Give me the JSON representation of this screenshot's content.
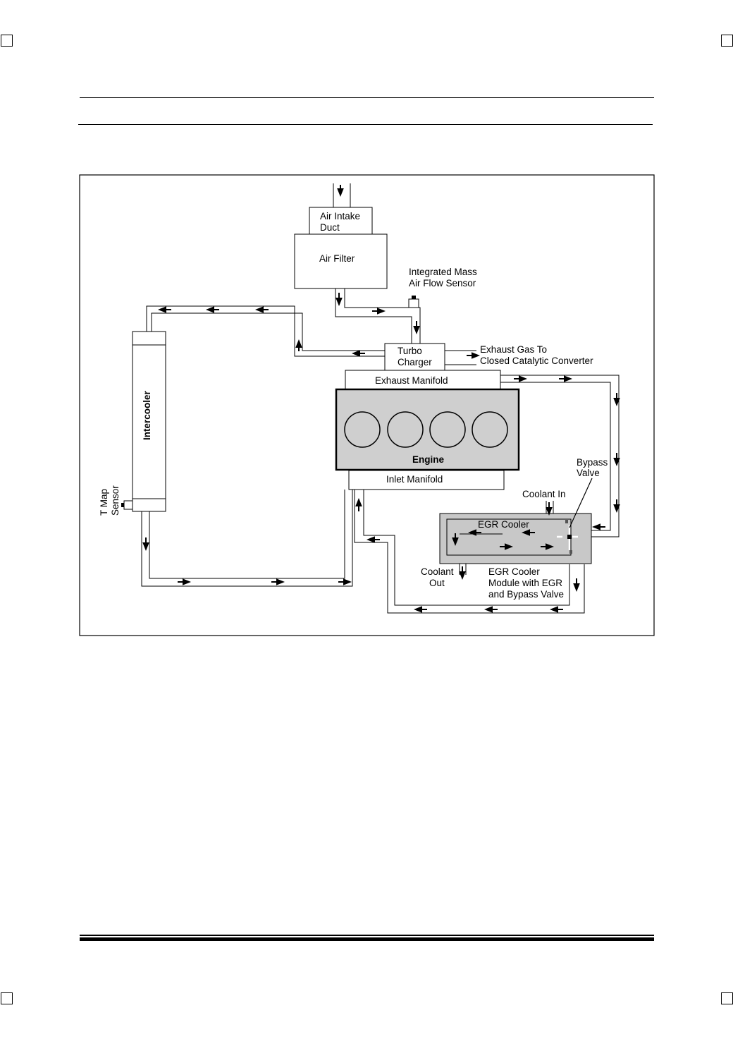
{
  "diagram": {
    "air_intake_duct": [
      "Air Intake",
      "Duct"
    ],
    "air_filter": "Air Filter",
    "maf_sensor": [
      "Integrated Mass",
      "Air Flow Sensor"
    ],
    "turbo_charger": [
      "Turbo",
      "Charger"
    ],
    "exhaust_gas": [
      "Exhaust Gas To",
      "Closed Catalytic Converter"
    ],
    "exhaust_manifold": "Exhaust Manifold",
    "engine": "Engine",
    "inlet_manifold": "Inlet Manifold",
    "intercooler": "Intercooler",
    "t_map_sensor": [
      "T Map",
      "Sensor"
    ],
    "bypass_valve": [
      "Bypass",
      "Valve"
    ],
    "coolant_in": "Coolant In",
    "egr_cooler": "EGR Cooler",
    "coolant_out": [
      "Coolant",
      "Out"
    ],
    "egr_module": [
      "EGR Cooler",
      "Module with EGR",
      "and Bypass Valve"
    ]
  }
}
